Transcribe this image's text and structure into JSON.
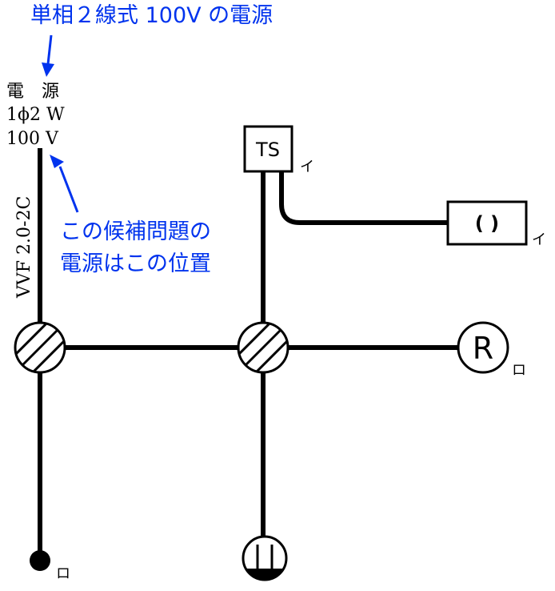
{
  "colors": {
    "annotation": "#0033ee",
    "line": "#000000",
    "background": "#ffffff"
  },
  "annotations": {
    "top": "単相２線式 100V の電源",
    "middle_line1": "この候補問題の",
    "middle_line2": "電源はこの位置"
  },
  "power_source": {
    "label": "電　源",
    "phase_wire": "1ϕ2 W",
    "voltage": "100 V"
  },
  "cable": {
    "type": "VVF 2.0-2C"
  },
  "devices": {
    "timer_switch": {
      "label": "TS",
      "circuit": "イ"
    },
    "ceiling_light": {
      "label": "( )",
      "circuit": "イ"
    },
    "receptacle_light": {
      "label": "R",
      "circuit": "ロ"
    },
    "switch_point": {
      "circuit": "ロ"
    }
  },
  "icons": [
    "arrow-down-icon",
    "arrow-up-left-icon",
    "junction-box-icon",
    "receptacle-light-icon",
    "outlet-icon",
    "switch-dot-icon"
  ]
}
